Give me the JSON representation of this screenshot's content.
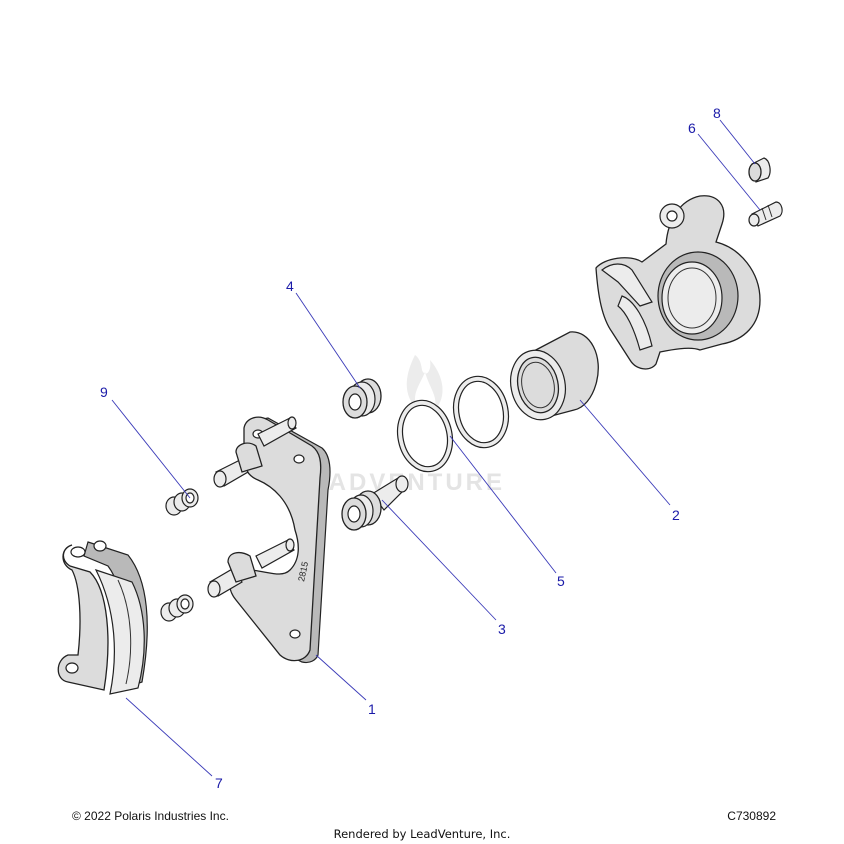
{
  "diagram": {
    "callouts": [
      {
        "id": "callout-1",
        "label": "1"
      },
      {
        "id": "callout-2",
        "label": "2"
      },
      {
        "id": "callout-3",
        "label": "3"
      },
      {
        "id": "callout-4",
        "label": "4"
      },
      {
        "id": "callout-5",
        "label": "5"
      },
      {
        "id": "callout-6",
        "label": "6"
      },
      {
        "id": "callout-7",
        "label": "7"
      },
      {
        "id": "callout-8",
        "label": "8"
      },
      {
        "id": "callout-9",
        "label": "9"
      }
    ],
    "bracket_stamp": "2815",
    "watermark": "LEADVENTURE"
  },
  "footer": {
    "copyright": "© 2022 Polaris Industries Inc.",
    "diagram_code": "C730892",
    "rendered_by": "Rendered by LeadVenture, Inc."
  },
  "colors": {
    "callout": "#1a1aa8",
    "leader": "#3a3ab8",
    "part_fill": "#dcdcdc",
    "outline": "#222222",
    "watermark": "#e4e4e4"
  }
}
